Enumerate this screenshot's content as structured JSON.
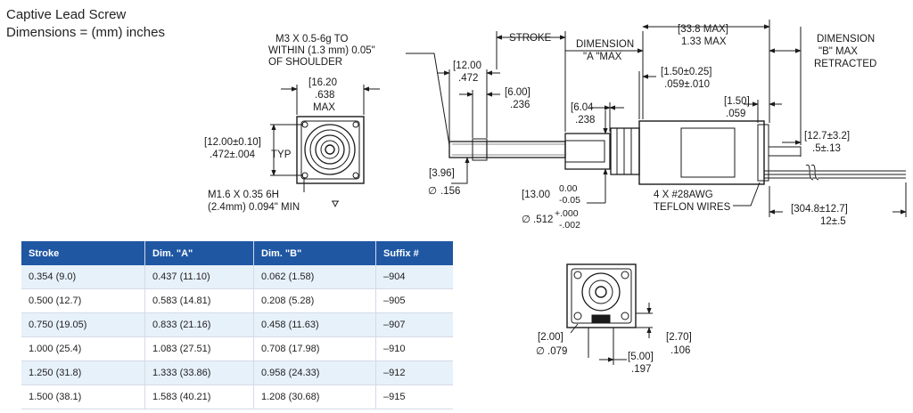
{
  "title": {
    "line1": "Captive Lead Screw",
    "line2": "Dimensions = (mm) inches"
  },
  "front_view": {
    "width_mm": "[16.20",
    "width_in": ".638",
    "width_max": "MAX",
    "bolt_mm": "[12.00±0.10]",
    "bolt_in": ".472±.004",
    "bolt_typ": "TYP",
    "hole_l1": "M1.6 X 0.35 6H",
    "hole_l2": "(2.4mm) 0.094\" MIN"
  },
  "side_view": {
    "thread_l1": "M3 X 0.5-6g TO",
    "thread_l2": "WITHIN (1.3 mm) 0.05\"",
    "thread_l3": "OF SHOULDER",
    "len12_mm": "[12.00",
    "len12_in": ".472",
    "len6_mm": "[6.00]",
    "len6_in": ".236",
    "len604_mm": "[6.04",
    "len604_in": ".238",
    "stroke": "STROKE",
    "dim_a_l1": "DIMENSION",
    "dim_a_l2": "\"A \"MAX",
    "body_mm": "[33.8 MAX]",
    "body_in": "1.33 MAX",
    "dim_b_l1": "DIMENSION",
    "dim_b_l2": "\"B\" MAX",
    "dim_b_l3": "RETRACTED",
    "pos_mm": "[1.50±0.25]",
    "pos_in": ".059±.010",
    "end_mm": "[1.50]",
    "end_in": ".059",
    "shaft_dia_mm": "[3.96]",
    "shaft_dia_in": ".156",
    "pilot_mm": "[13.00",
    "pilot_tol_hi": "0.00",
    "pilot_tol_lo": "-0.05",
    "pilot_in": ".512",
    "pilot_in_hi": "+.000",
    "pilot_in_lo": "-.002",
    "wires_l1": "4 X #28AWG",
    "wires_l2": "TEFLON WIRES",
    "tail_mm": "[12.7±3.2]",
    "tail_in": ".5±.13",
    "lead_mm": "[304.8±12.7]",
    "lead_in": "12±.5"
  },
  "rear_view": {
    "hole_dia_mm": "[2.00]",
    "hole_dia_in": ".079",
    "span_mm": "[5.00]",
    "span_in": ".197",
    "offset_mm": "[2.70]",
    "offset_in": ".106"
  },
  "table": {
    "headers": [
      "Stroke",
      "Dim. \"A\"",
      "Dim. \"B\"",
      "Suffix #"
    ],
    "rows": [
      [
        "0.354 (9.0)",
        "0.437 (11.10)",
        "0.062 (1.58)",
        "–904"
      ],
      [
        "0.500 (12.7)",
        "0.583 (14.81)",
        "0.208 (5.28)",
        "–905"
      ],
      [
        "0.750 (19.05)",
        "0.833 (21.16)",
        "0.458 (11.63)",
        "–907"
      ],
      [
        "1.000 (25.4)",
        "1.083 (27.51)",
        "0.708 (17.98)",
        "–910"
      ],
      [
        "1.250 (31.8)",
        "1.333 (33.86)",
        "0.958 (24.33)",
        "–912"
      ],
      [
        "1.500 (38.1)",
        "1.583 (40.21)",
        "1.208 (30.68)",
        "–915"
      ]
    ]
  }
}
